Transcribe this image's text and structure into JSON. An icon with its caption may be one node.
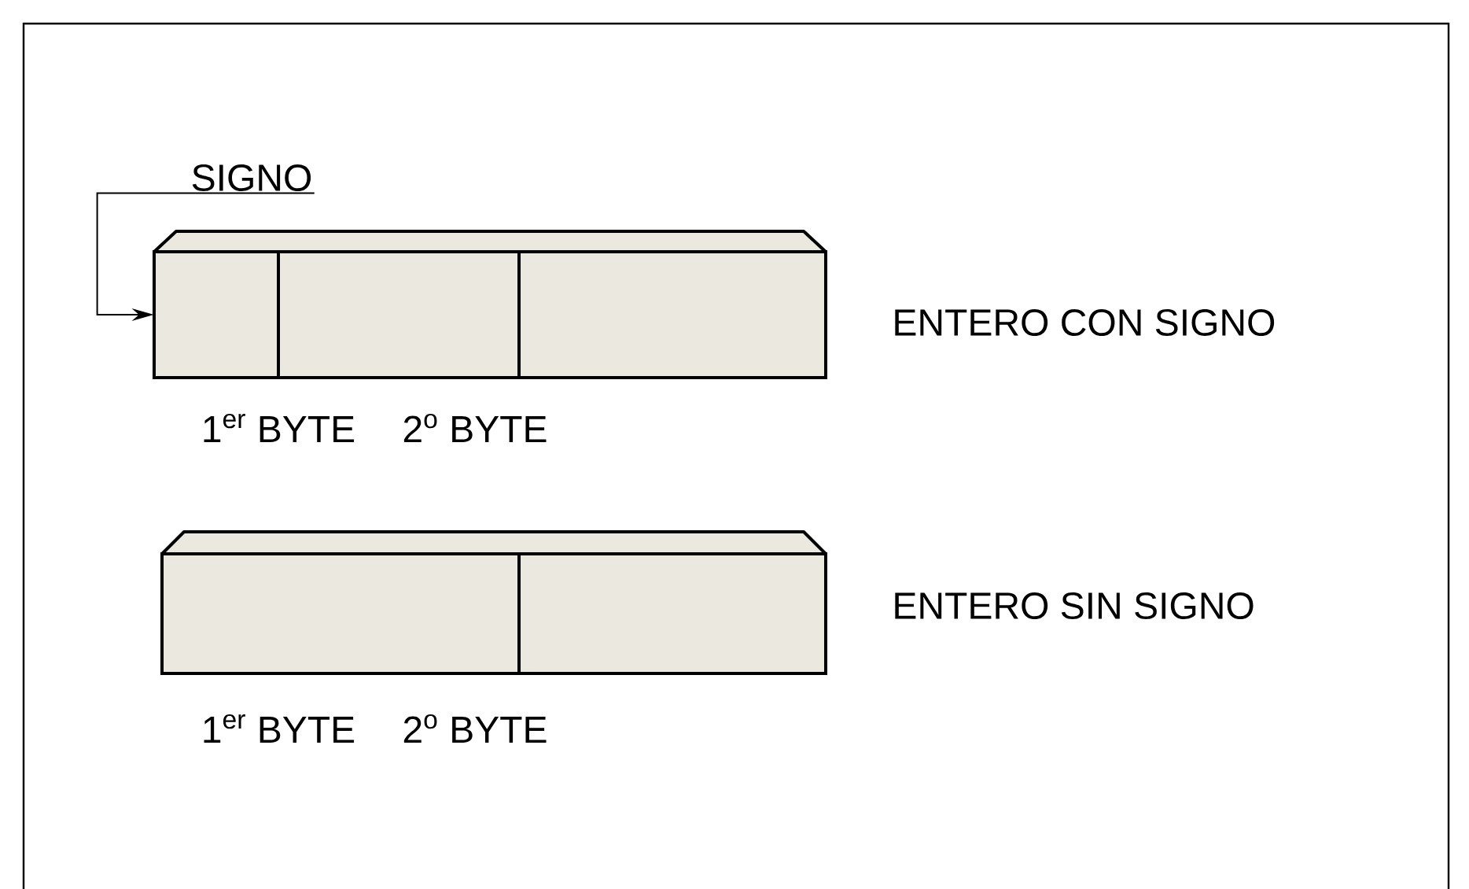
{
  "diagram": {
    "nodes": [
      {
        "text": [
          "SIGNO"
        ]
      },
      {
        "text": [],
        "shape": "box"
      }
    ],
    "edges": [
      {
        "from": 0,
        "to": 1,
        "arrow": "to"
      }
    ],
    "labels": [
      "ENTERO CON SIGNO",
      "1$^{er}$ BYTE",
      "2$^{o}$ BYTE",
      "ENTERO SIN SIGNO",
      "1$^{er}$ BYTE",
      "2$^{o}$ BYTE"
    ]
  }
}
